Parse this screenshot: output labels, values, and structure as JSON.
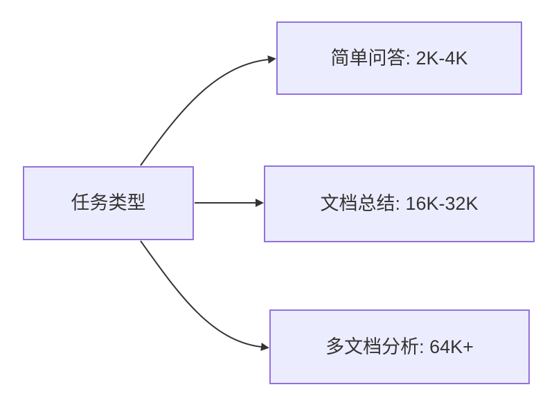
{
  "diagram": {
    "type": "flowchart-left-to-right",
    "colors": {
      "background": "#ffffff",
      "node_fill": "#ECECFF",
      "node_border": "#9370DB",
      "text_color": "#333333",
      "arrow_color": "#333333"
    },
    "nodes": [
      {
        "id": "task-type",
        "label": "任务类型"
      },
      {
        "id": "simple-qa",
        "label": "简单问答: 2K-4K"
      },
      {
        "id": "doc-summary",
        "label": "文档总结: 16K-32K"
      },
      {
        "id": "multi-doc",
        "label": "多文档分析: 64K+"
      }
    ],
    "edges": [
      {
        "from": "task-type",
        "to": "simple-qa"
      },
      {
        "from": "task-type",
        "to": "doc-summary"
      },
      {
        "from": "task-type",
        "to": "multi-doc"
      }
    ]
  }
}
